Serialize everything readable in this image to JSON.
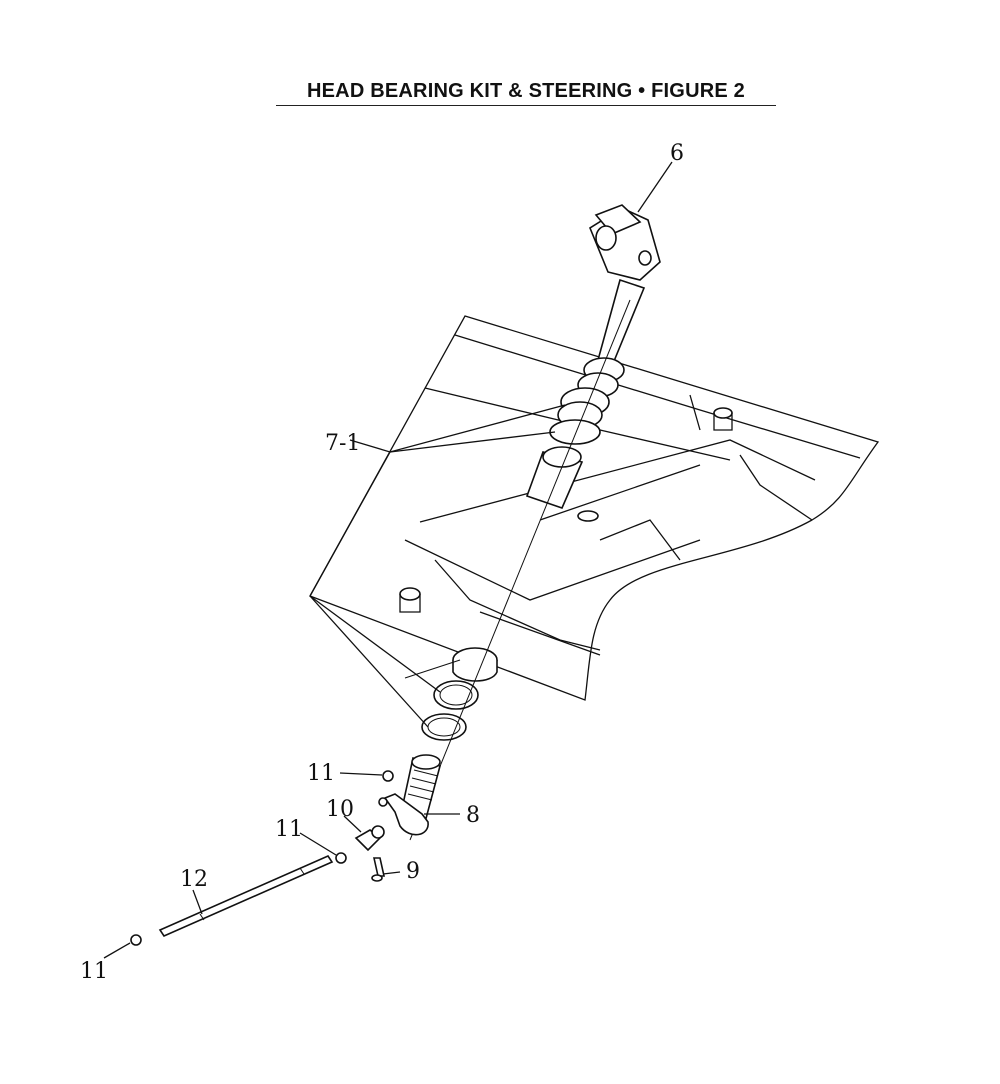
{
  "title": "HEAD BEARING KIT & STEERING  •  FIGURE 2",
  "callouts": {
    "stem": "6",
    "bearing_kit": "7-1",
    "steering_post": "8",
    "bolt": "9",
    "rod_end": "10",
    "nut_a": "11",
    "nut_b": "11",
    "nut_c": "11",
    "tie_rod": "12"
  }
}
